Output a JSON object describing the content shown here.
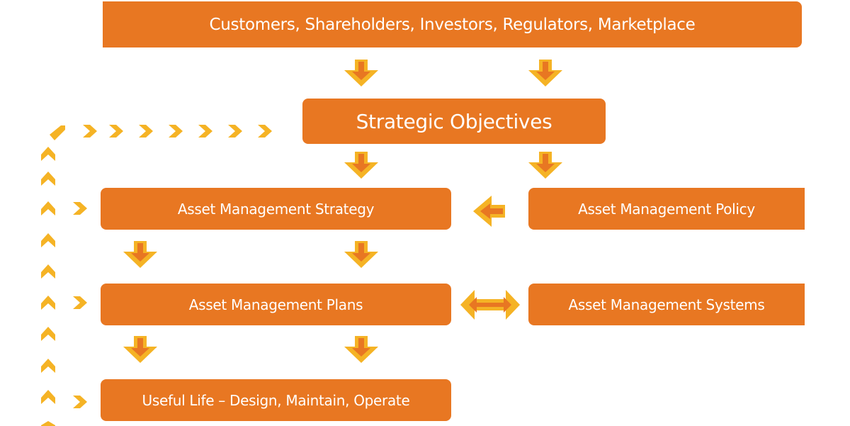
{
  "diagram": {
    "stakeholders": "Customers, Shareholders, Investors, Regulators, Marketplace",
    "strategic_objectives": "Strategic Objectives",
    "am_strategy": "Asset Management Strategy",
    "am_policy": "Asset Management Policy",
    "am_plans": "Asset Management Plans",
    "am_systems": "Asset Management Systems",
    "useful_life": "Useful Life – Design, Maintain, Operate"
  },
  "colors": {
    "box_fill": "#E87722",
    "box_text": "#ffffff",
    "arrow_fill": "#F5B325",
    "arrow_inner": "#E87722"
  }
}
